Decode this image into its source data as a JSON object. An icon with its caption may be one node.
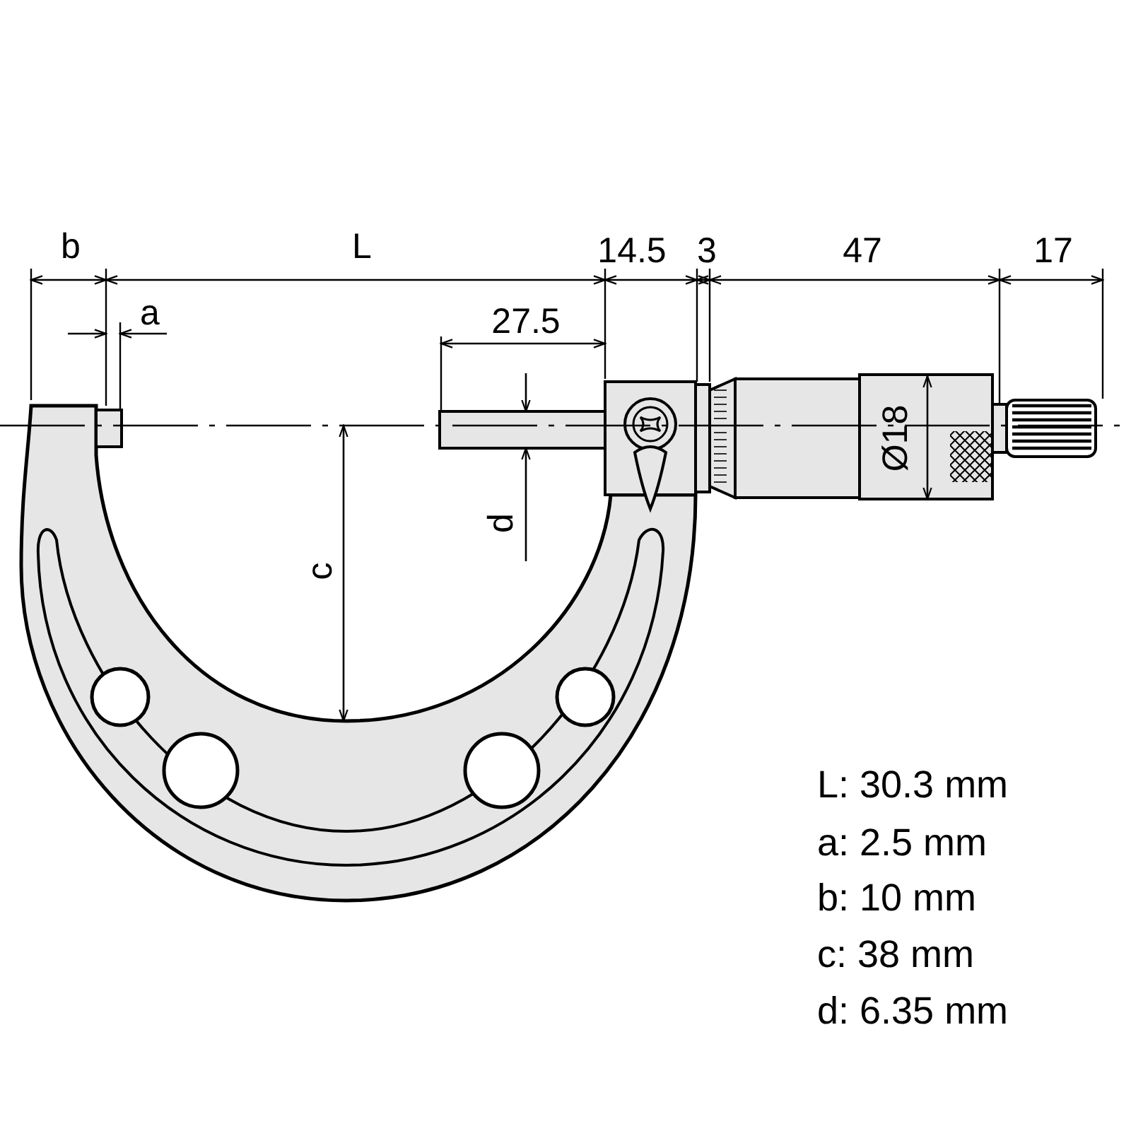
{
  "diagram": {
    "labels": [
      "b",
      "L",
      "14.5",
      "3",
      "47",
      "17",
      "a",
      "27.5",
      "Ø18",
      "d",
      "c",
      "L: 30.3 mm",
      "a: 2.5 mm",
      "b: 10 mm",
      "c: 38 mm",
      "d: 6.35 mm"
    ]
  }
}
